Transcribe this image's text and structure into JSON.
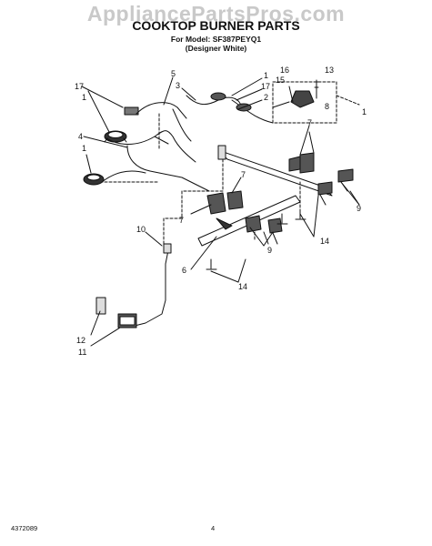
{
  "watermark": "AppliancePartsPros.com",
  "title": "COOKTOP BURNER PARTS",
  "model_line": "For Model: SF387PEYQ1",
  "variant_line": "(Designer White)",
  "footer": {
    "doc_number": "4372089",
    "page_number": "4"
  },
  "callouts": [
    "1",
    "2",
    "3",
    "4",
    "5",
    "6",
    "7",
    "8",
    "9",
    "10",
    "11",
    "12",
    "13",
    "14",
    "15",
    "16",
    "17"
  ],
  "colors": {
    "line": "#111111",
    "watermark": "#c9c9c9",
    "background": "#ffffff"
  }
}
